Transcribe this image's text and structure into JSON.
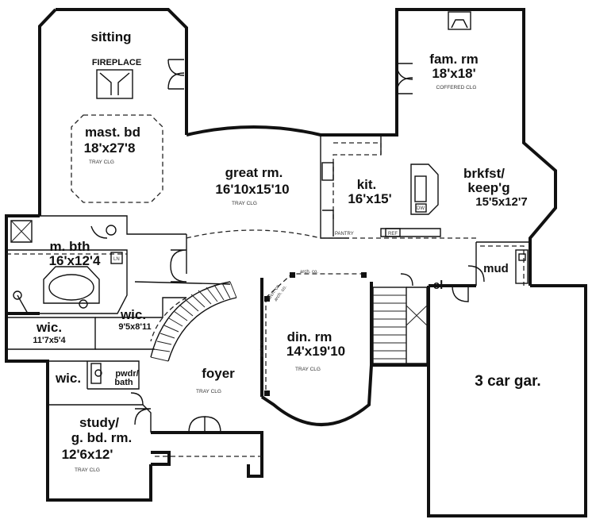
{
  "rooms": {
    "sitting": "sitting",
    "fireplace": "FIREPLACE",
    "master_bed_name": "mast. bd",
    "master_bed_size": "18'x27'8",
    "master_bed_note": "TRAY CLG",
    "great_room_name": "great rm.",
    "great_room_size": "16'10x15'10",
    "great_room_note": "TRAY CLG",
    "family_room_name": "fam. rm",
    "family_room_size": "18'x18'",
    "family_room_note": "COFFERED CLG",
    "kitchen_name": "kit.",
    "kitchen_size": "16'x15'",
    "breakfast_name": "brkfst/",
    "breakfast_name2": "keep'g",
    "breakfast_size": "15'5x12'7",
    "master_bath_name": "m. bth",
    "master_bath_size": "16'x12'4",
    "wic_big_name": "wic.",
    "wic_big_size": "9'5x8'11",
    "wic_small_name": "wic.",
    "wic_small_size": "11'7x5'4",
    "wic_study": "wic.",
    "powder_line1": "pwdr/",
    "powder_line2": "bath",
    "foyer_name": "foyer",
    "foyer_note": "TRAY CLG",
    "dining_name": "din. rm",
    "dining_size": "14'x19'10",
    "dining_note": "TRAY CLG",
    "study_line1": "study/",
    "study_line2": "g. bd. rm.",
    "study_size": "12'6x12'",
    "study_note": "TRAY CLG",
    "garage": "3 car gar.",
    "mud": "mud",
    "closet": "cl",
    "arch1": "arch. co.",
    "arch2": "arch. co.",
    "arch3": "arch. co.",
    "arch4": "arch. co.",
    "fixture_ln": "LN",
    "fixture_dw": "DW",
    "fixture_ref": "REF",
    "fixture_pantry": "PANTRY"
  }
}
